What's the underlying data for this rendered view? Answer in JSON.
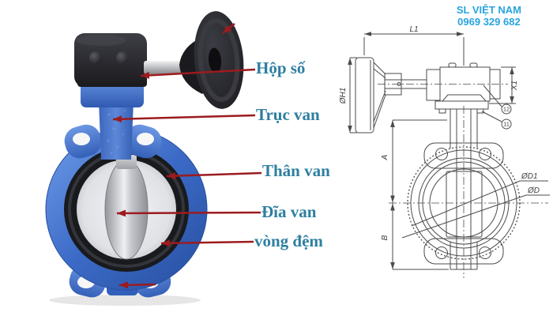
{
  "brand": {
    "company": "SL VIỆT NAM",
    "phone": "0969 329 682"
  },
  "photo_labels": [
    {
      "id": "hop-so",
      "text": "Hộp số"
    },
    {
      "id": "truc-van",
      "text": "Trục van"
    },
    {
      "id": "than-van",
      "text": "Thân van"
    },
    {
      "id": "dia-van",
      "text": "Đĩa van"
    },
    {
      "id": "vong-dem",
      "text": "vòng đệm"
    }
  ],
  "drawing": {
    "dim_labels": {
      "l1": "L1",
      "h1": "ØH1",
      "x1": "X1",
      "a": "A",
      "b": "B",
      "d1": "ØD1",
      "d": "ØD"
    },
    "callouts": {
      "c12": "12",
      "c11": "11"
    }
  },
  "colors": {
    "label_text": "#2e7fa0",
    "brand_text": "#29a4de",
    "arrow_red": "#9c1b1e",
    "valve_blue": "#3b6ac6",
    "drawing_line": "#4b4b4b"
  }
}
